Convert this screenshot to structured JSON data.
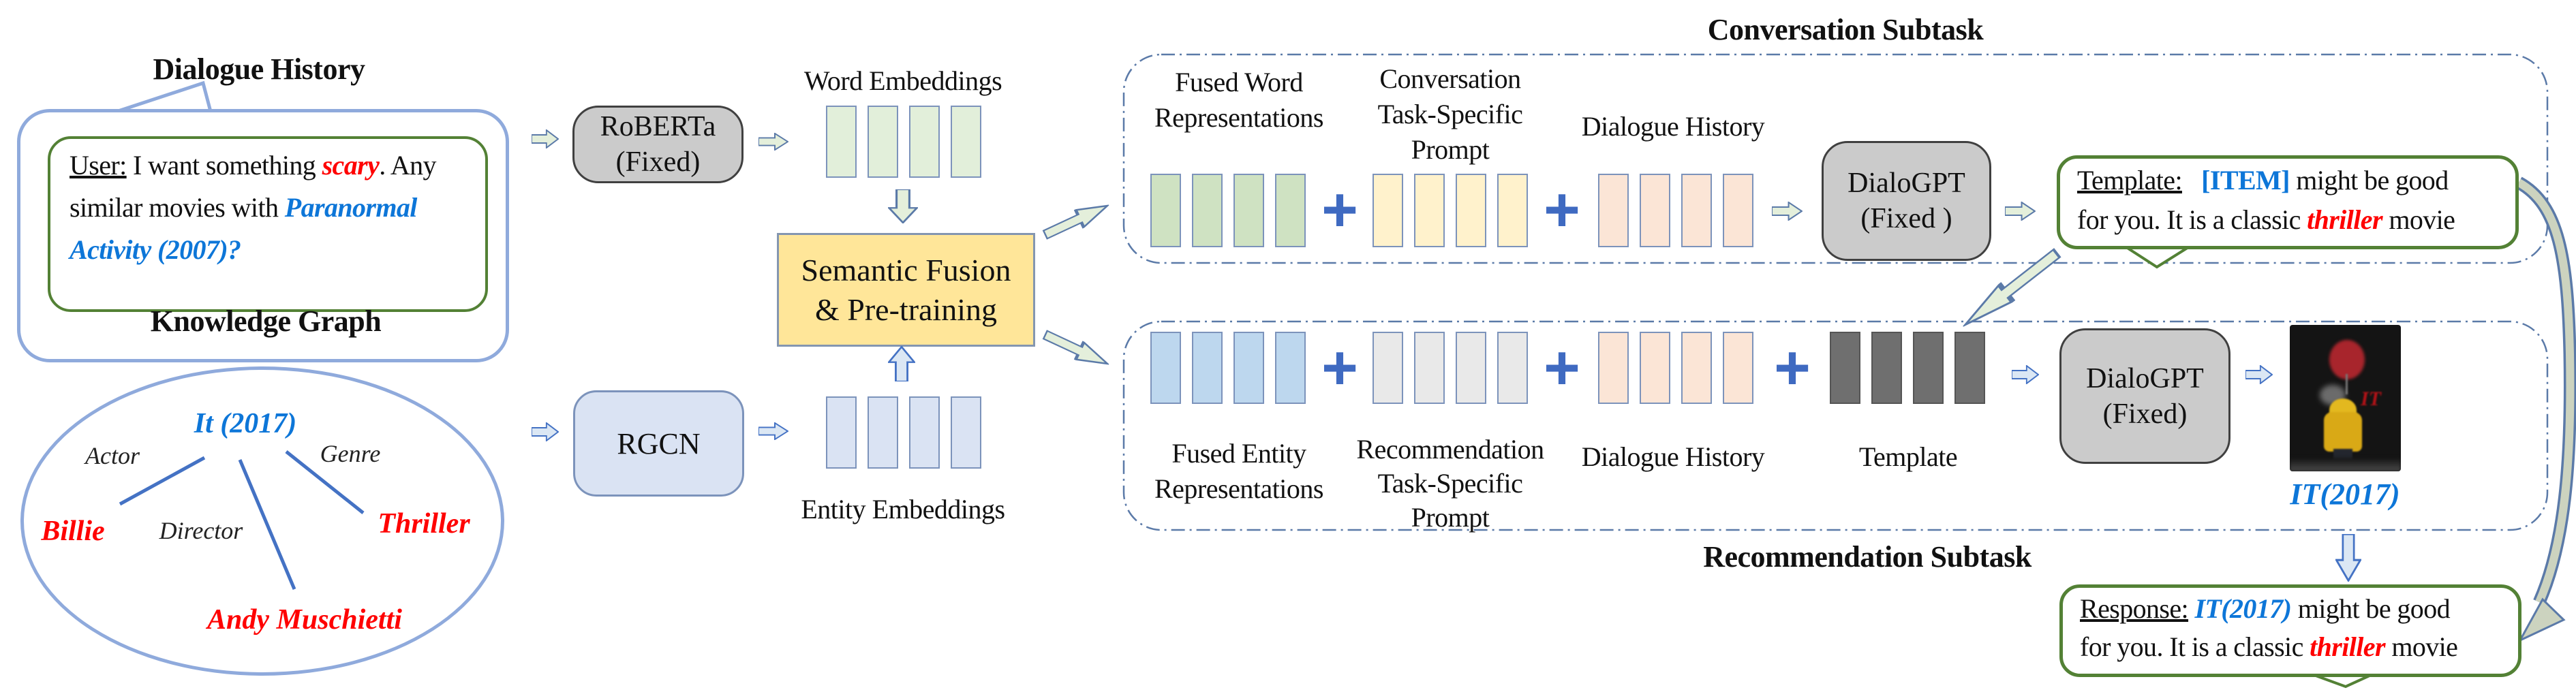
{
  "symbols": {
    "plus": "+"
  },
  "colors": {
    "blue_text": "#0d76d8",
    "red_text": "#ff0000",
    "green_bubble_border": "#538135",
    "blue_bubble_border": "#8faadc",
    "dashed_box_border": "#5b7aa8",
    "plus_sign": "#3f6ac1",
    "fusion_box_fill": "#ffe699",
    "model_box_fill": "#cbcbcb",
    "rgcn_box_fill": "#dae3f3",
    "word_embedding_bar": "#e2efda",
    "fused_word_bar": "#cfe2c2",
    "prompt_yellow_bar": "#fff2cc",
    "dialogue_history_bar": "#fbe5d6",
    "entity_embedding_bar": "#dae3f3",
    "fused_entity_bar": "#bdd7ee",
    "rec_prompt_bar": "#e9e9e9",
    "template_bar": "#6f6f6f"
  },
  "bars": {
    "word_embeddings": 4,
    "entity_embeddings": 4,
    "fused_word": 4,
    "conversation_prompt": 4,
    "conversation_history": 4,
    "fused_entity": 4,
    "recommendation_prompt": 4,
    "recommendation_history": 4,
    "template": 4
  },
  "dialogue_history": {
    "title": "Dialogue History",
    "message": [
      [
        {
          "t": "User:",
          "s": "underline"
        },
        {
          "t": " I want something ",
          "s": "plain"
        },
        {
          "t": "scary",
          "s": "red-bolditalic"
        },
        {
          "t": ". Any",
          "s": "plain"
        }
      ],
      [
        {
          "t": "similar movies with ",
          "s": "plain"
        },
        {
          "t": "Paranormal",
          "s": "blue-bolditalic"
        }
      ],
      [
        {
          "t": "Activity (2007)?",
          "s": "blue-bolditalic"
        }
      ]
    ]
  },
  "knowledge_graph": {
    "title": "Knowledge Graph",
    "node_it": "It (2017)",
    "label_actor": "Actor",
    "label_director": "Director",
    "label_genre": "Genre",
    "node_billie": "Billie",
    "node_thriller": "Thriller",
    "node_andy": "Andy Muschietti"
  },
  "encoders": {
    "roberta": [
      "RoBERTa",
      "(Fixed)"
    ],
    "rgcn": "RGCN",
    "word_embeddings_label": "Word Embeddings",
    "entity_embeddings_label": "Entity Embeddings",
    "fusion": [
      "Semantic Fusion",
      "& Pre-training"
    ]
  },
  "conversation_subtask": {
    "title": "Conversation Subtask",
    "fused_word_label": [
      "Fused Word",
      "Representations"
    ],
    "prompt_label": [
      "Conversation",
      "Task-Specific",
      "Prompt"
    ],
    "dialogue_history_label": "Dialogue History",
    "dialogpt": [
      "DialoGPT",
      "(Fixed )"
    ],
    "template": [
      [
        {
          "t": "Template:",
          "s": "underline"
        },
        {
          "t": "   ",
          "s": "plain"
        },
        {
          "t": "[ITEM]",
          "s": "blue-bold"
        },
        {
          "t": " might be good",
          "s": "plain"
        }
      ],
      [
        {
          "t": "for you. It is a classic ",
          "s": "plain"
        },
        {
          "t": "thriller",
          "s": "red-bolditalic"
        },
        {
          "t": " movie",
          "s": "plain"
        }
      ]
    ]
  },
  "recommendation_subtask": {
    "title": "Recommendation Subtask",
    "fused_entity_label": [
      "Fused Entity",
      "Representations"
    ],
    "prompt_label": [
      "Recommendation",
      "Task-Specific",
      "Prompt"
    ],
    "dialogue_history_label": "Dialogue History",
    "template_label": "Template",
    "dialogpt": [
      "DialoGPT",
      "(Fixed)"
    ],
    "item_title": "IT(2017)",
    "poster_icon": "it-movie-poster"
  },
  "response": {
    "message": [
      [
        {
          "t": "Response:",
          "s": "underline"
        },
        {
          "t": " ",
          "s": "plain"
        },
        {
          "t": "IT(2017)",
          "s": "blue-bolditalic"
        },
        {
          "t": " might be good",
          "s": "plain"
        }
      ],
      [
        {
          "t": "for you. It is a classic ",
          "s": "plain"
        },
        {
          "t": "thriller",
          "s": "red-bolditalic"
        },
        {
          "t": " movie",
          "s": "plain"
        }
      ]
    ]
  }
}
